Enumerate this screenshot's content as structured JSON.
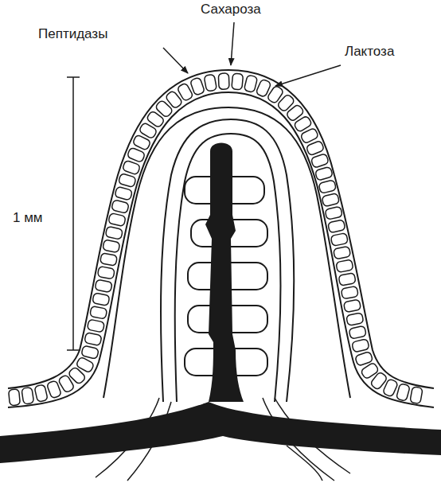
{
  "diagram": {
    "labels": [
      "Пептидазы",
      "Сахароза",
      "Лактоза",
      "1 мм"
    ]
  }
}
